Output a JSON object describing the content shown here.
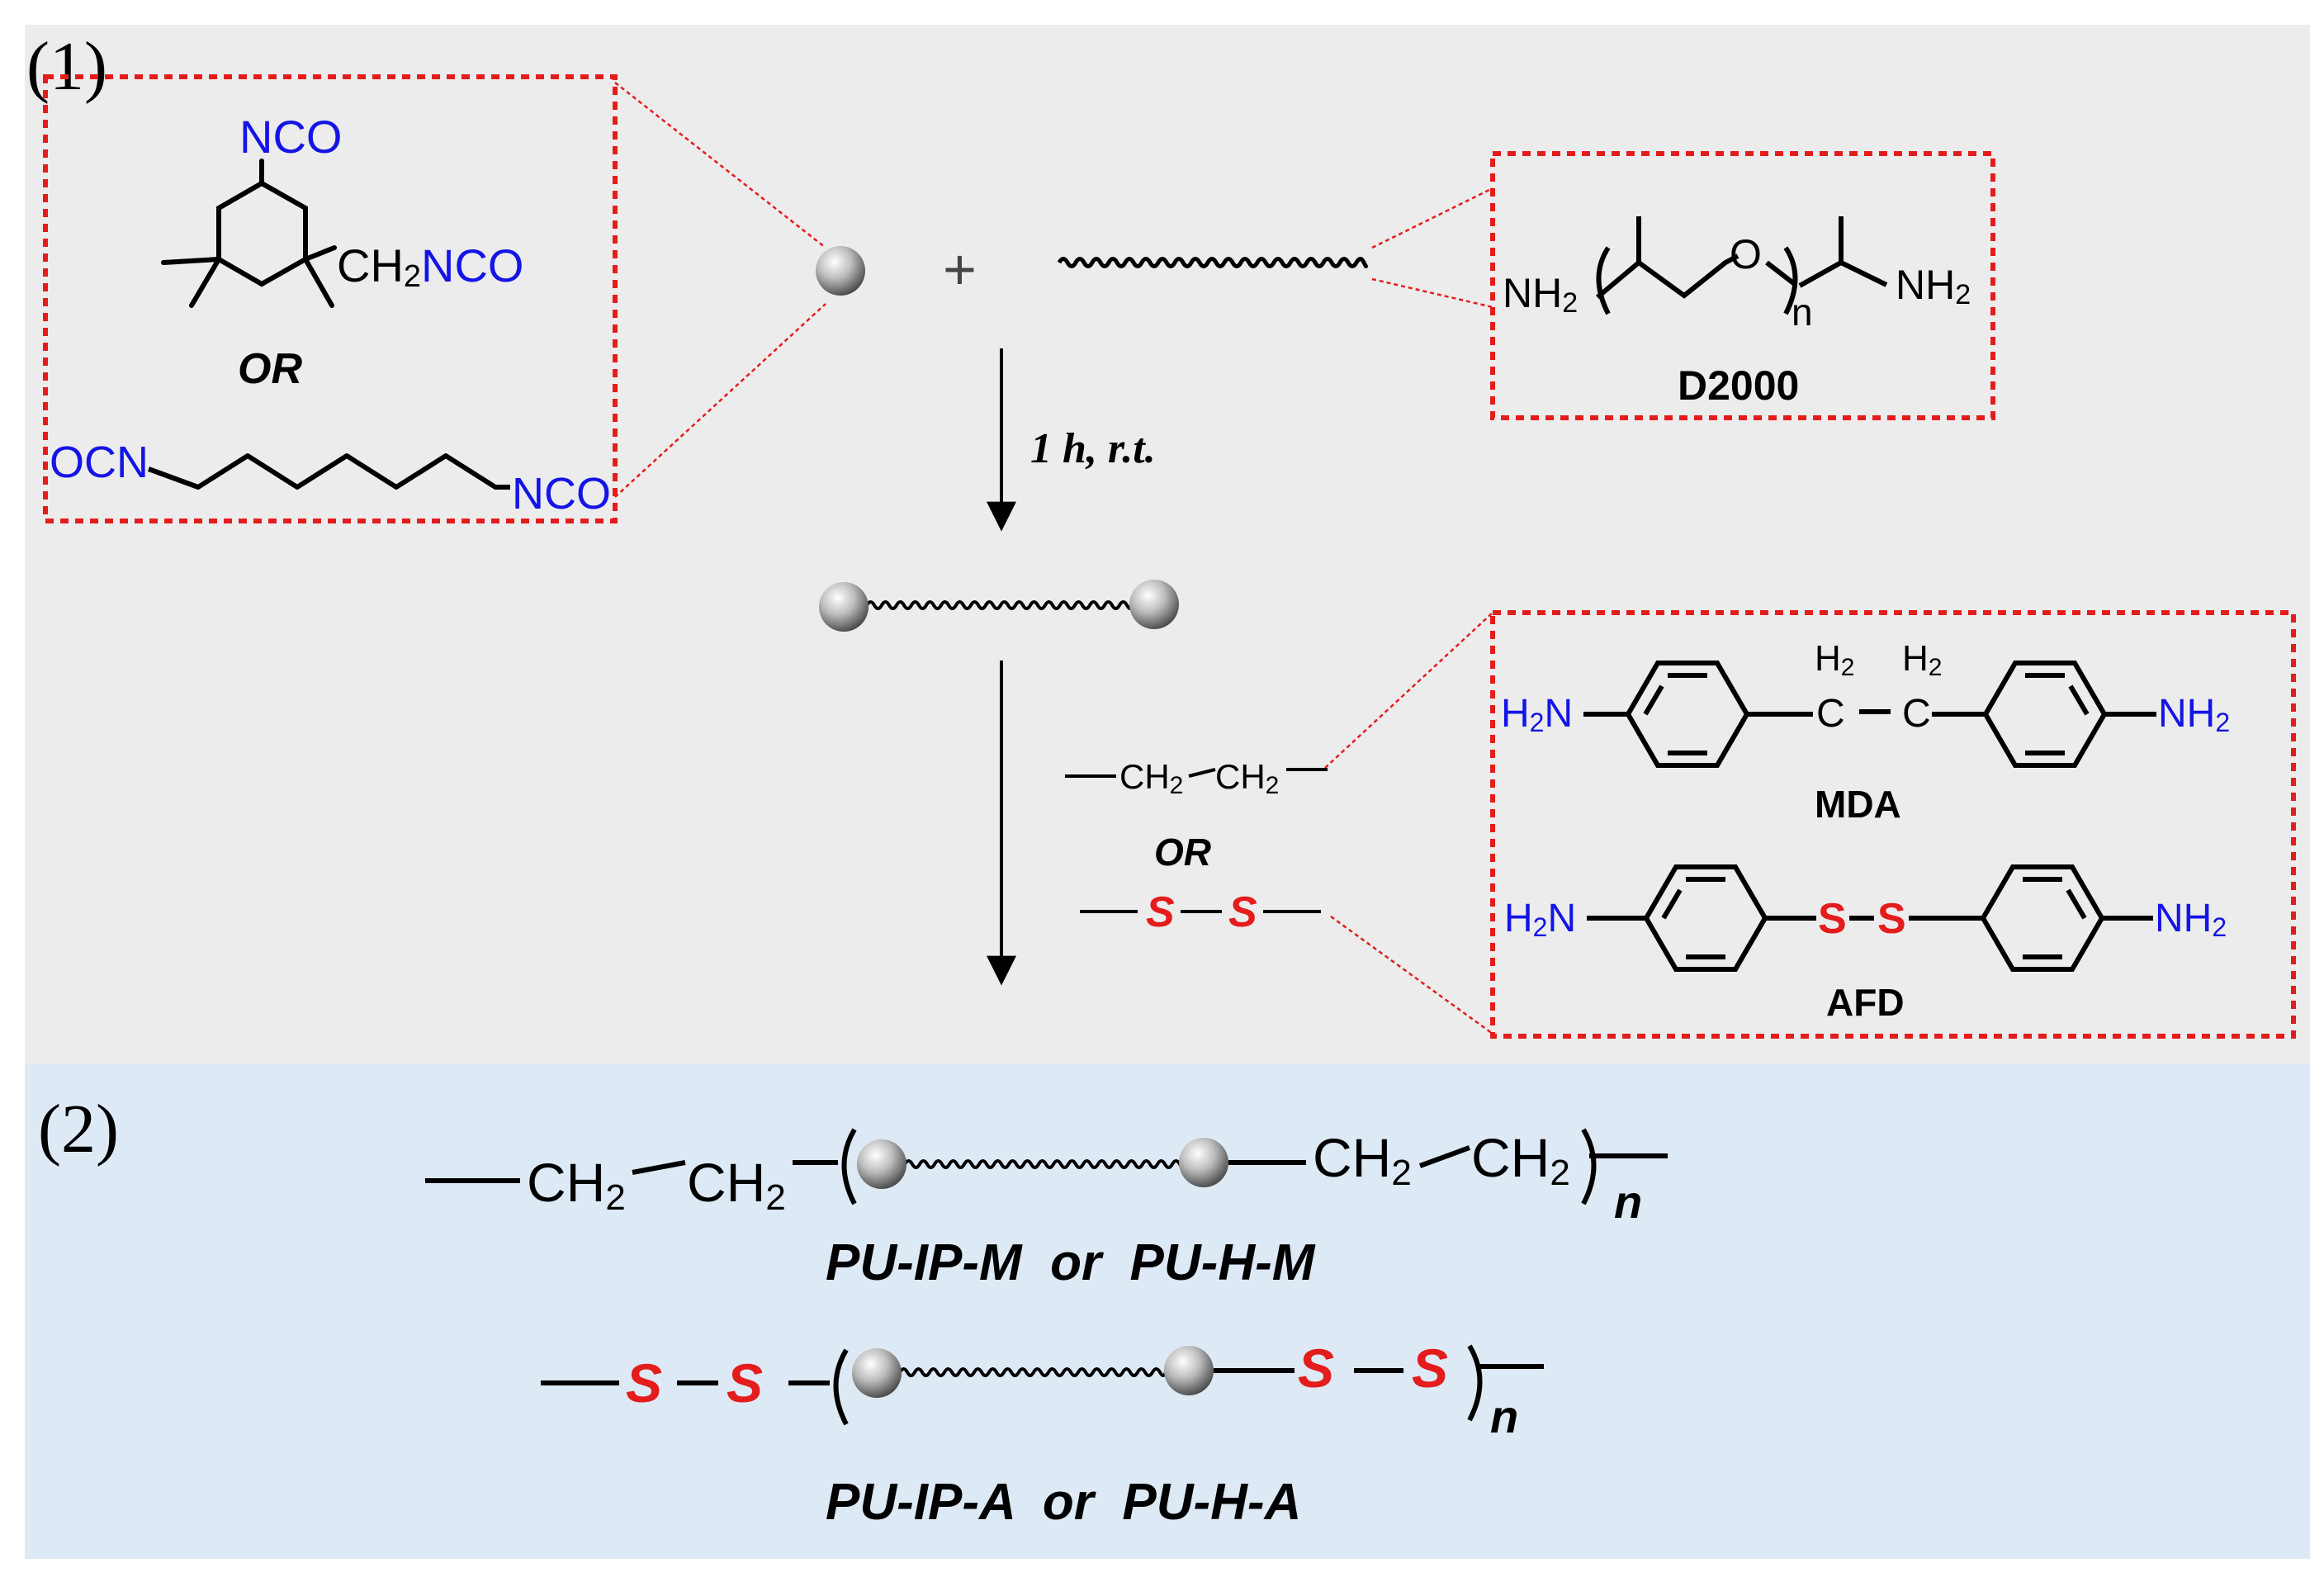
{
  "colors": {
    "panel1_bg": "#ececec",
    "panel2_bg": "#dde9f5",
    "dashed_box": "#e41c1c",
    "guide_line": "#e41c1c",
    "functional_group": "#1414e6",
    "sulfur": "#e41c1c",
    "bond": "#000000"
  },
  "panel1": {
    "label": "(1)",
    "isocyanate_box": {
      "ipdi_top_group": "NCO",
      "ipdi_side_group": "CH",
      "ipdi_side_sub": "2",
      "ipdi_side_tail": "NCO",
      "or_label": "OR",
      "hdi_left_group": "OCN",
      "hdi_right_group": "NCO"
    },
    "plus_sign": "+",
    "d2000_box": {
      "left_group": "NH",
      "left_sub": "2",
      "oxygen": "O",
      "repeat_index": "n",
      "right_group": "NH",
      "right_sub": "2",
      "name": "D2000"
    },
    "step1_condition": "1 h, r.t.",
    "extender_options": {
      "ch2_a": "CH",
      "ch2_a_sub": "2",
      "ch2_b": "CH",
      "ch2_b_sub": "2",
      "or_label": "OR",
      "s1": "S",
      "s2": "S"
    },
    "mda_box": {
      "left_group": "H",
      "left_sub": "2",
      "left_tail": "N",
      "c1_h": "H",
      "c1_h_sub": "2",
      "c1": "C",
      "c2_h": "H",
      "c2_h_sub": "2",
      "c2": "C",
      "right_group": "NH",
      "right_sub": "2",
      "name": "MDA"
    },
    "afd_box": {
      "left_group": "H",
      "left_sub": "2",
      "left_tail": "N",
      "s1": "S",
      "s2": "S",
      "right_group": "NH",
      "right_sub": "2",
      "name": "AFD"
    }
  },
  "panel2": {
    "label": "(2)",
    "product_m": {
      "ch_a": "CH",
      "ch_a_sub": "2",
      "ch_b": "CH",
      "ch_b_sub": "2",
      "ch_c": "CH",
      "ch_c_sub": "2",
      "ch_d": "CH",
      "ch_d_sub": "2",
      "repeat_index": "n",
      "name": "PU-IP-M  or  PU-H-M"
    },
    "product_a": {
      "s1": "S",
      "s2": "S",
      "s3": "S",
      "s4": "S",
      "repeat_index": "n",
      "name": "PU-IP-A  or  PU-H-A"
    }
  }
}
